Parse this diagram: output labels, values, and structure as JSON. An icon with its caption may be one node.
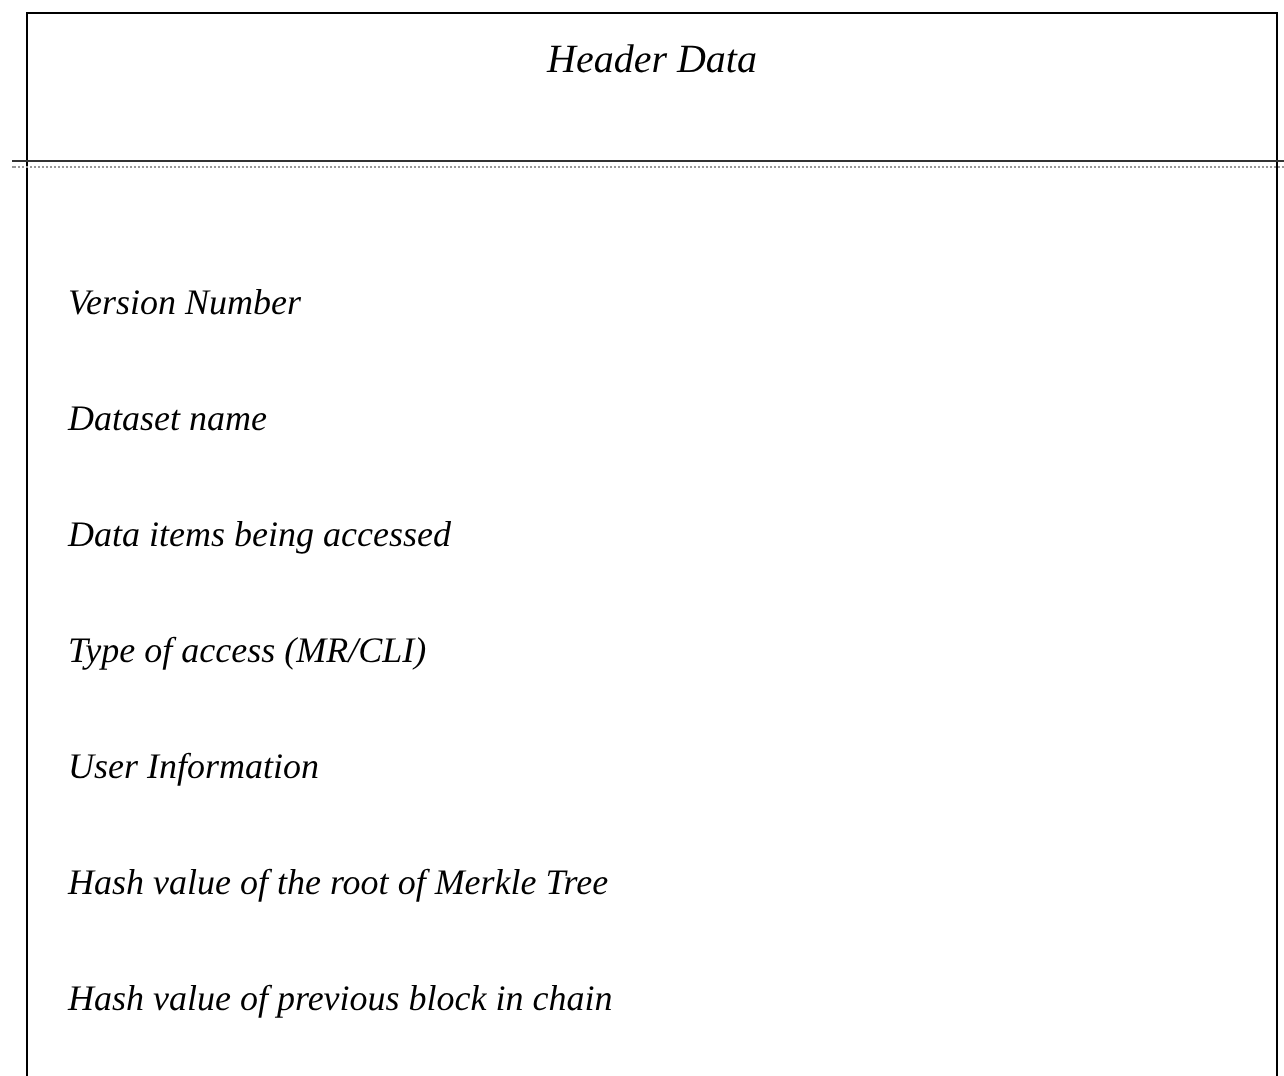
{
  "diagram": {
    "nodes": [
      {
        "text": [
          "Header Data",
          "Version Number",
          "Dataset name",
          "Data items being accessed",
          "Type of access (MR/CLI)",
          "User Information",
          "Hash value of the root of Merkle Tree",
          "Hash value of previous block in chain"
        ]
      }
    ]
  }
}
